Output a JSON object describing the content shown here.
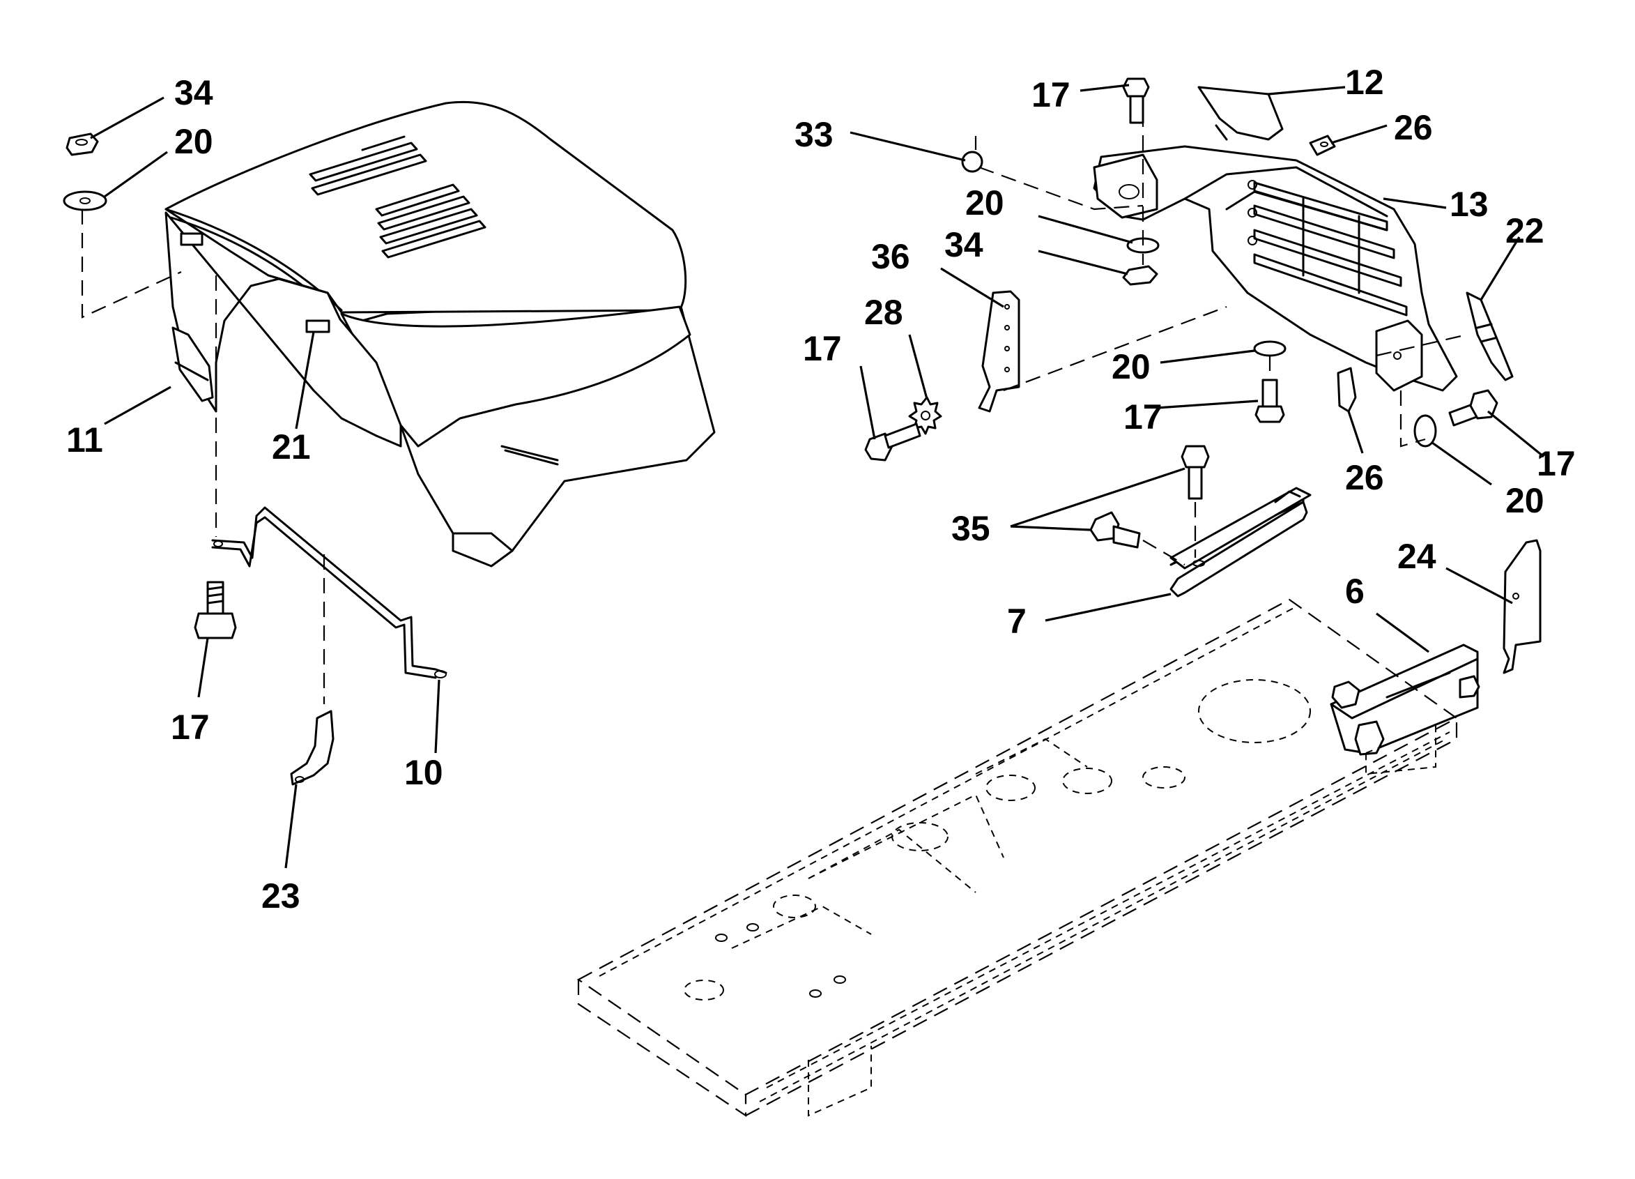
{
  "callouts": {
    "n34a": "34",
    "n20a": "20",
    "n11": "11",
    "n21": "21",
    "n17a": "17",
    "n10": "10",
    "n23": "23",
    "n17b": "17",
    "n12": "12",
    "n33": "33",
    "n26a": "26",
    "n13": "13",
    "n20b": "20",
    "n34b": "34",
    "n36": "36",
    "n22": "22",
    "n28": "28",
    "n17c": "17",
    "n20c": "20",
    "n17d": "17",
    "n26b": "26",
    "n17e": "17",
    "n20d": "20",
    "n35": "35",
    "n24": "24",
    "n6": "6",
    "n7": "7"
  }
}
